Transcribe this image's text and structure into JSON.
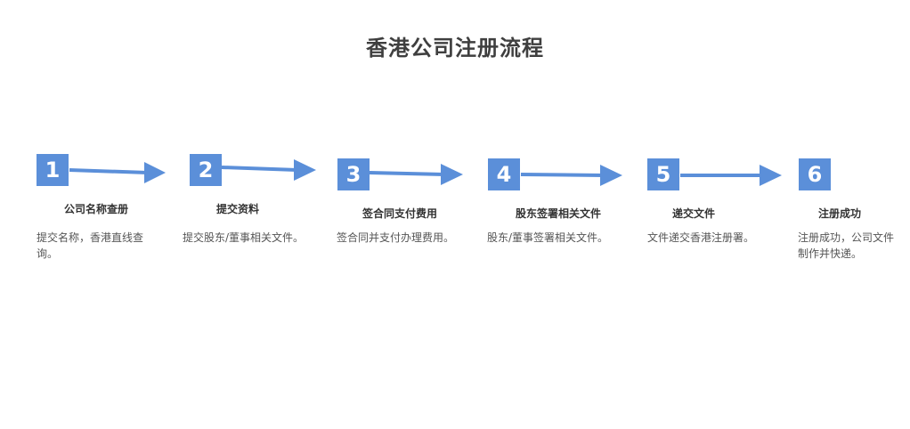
{
  "title": "香港公司注册流程",
  "accent_color": "#5b8fd9",
  "steps": [
    {
      "number": "1",
      "label": "公司名称查册",
      "description": "提交名称，香港直线查询。"
    },
    {
      "number": "2",
      "label": "提交资料",
      "description": "提交股东/董事相关文件。"
    },
    {
      "number": "3",
      "label": "签合同支付费用",
      "description": "签合同并支付办理费用。"
    },
    {
      "number": "4",
      "label": "股东签署相关文件",
      "description": "股东/董事签署相关文件。"
    },
    {
      "number": "5",
      "label": "递交文件",
      "description": "文件递交香港注册署。"
    },
    {
      "number": "6",
      "label": "注册成功",
      "description": "注册成功，公司文件制作并快递。"
    }
  ]
}
